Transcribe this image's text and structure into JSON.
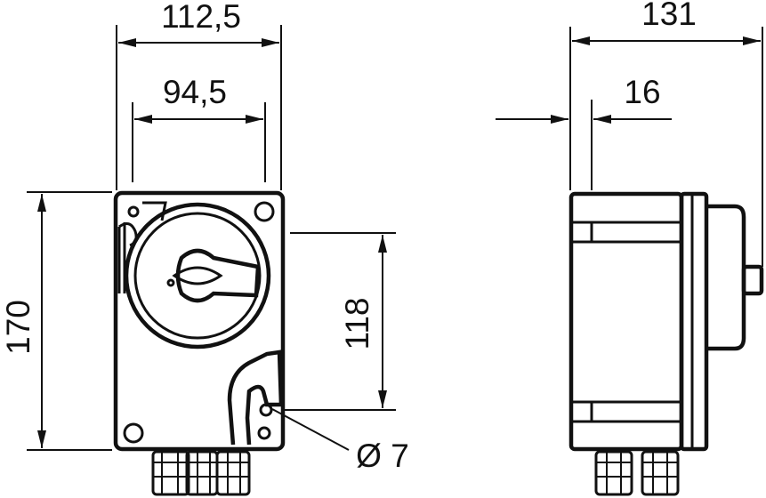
{
  "dimensions": {
    "front_overall_width": "112,5",
    "front_inner_width": "94,5",
    "front_height": "170",
    "front_hole_spacing": "118",
    "hole_diameter": "Ø 7",
    "side_depth": "131",
    "side_offset": "16"
  },
  "colors": {
    "line": "#111111",
    "background": "#ffffff"
  }
}
